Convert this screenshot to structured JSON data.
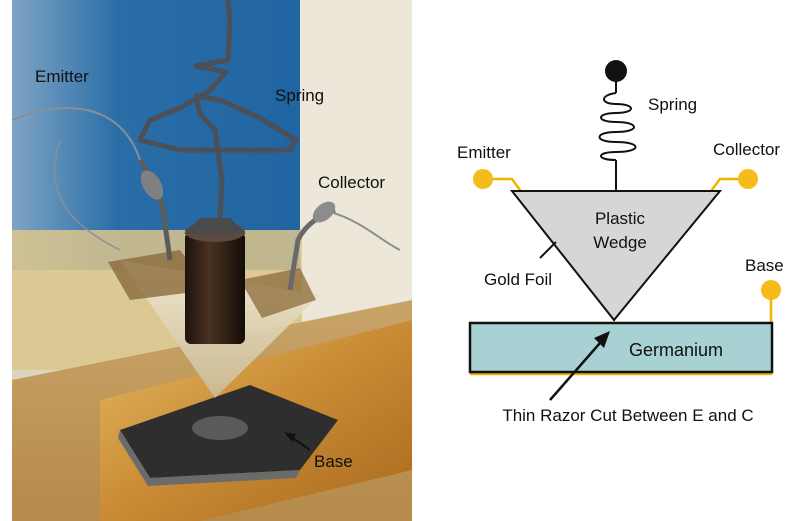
{
  "photo": {
    "labels": {
      "emitter": "Emitter",
      "spring": "Spring",
      "collector": "Collector",
      "base": "Base"
    }
  },
  "diagram": {
    "labels": {
      "spring": "Spring",
      "emitter": "Emitter",
      "collector": "Collector",
      "wedge_line1": "Plastic",
      "wedge_line2": "Wedge",
      "gold_foil": "Gold Foil",
      "base": "Base",
      "germanium": "Germanium",
      "razor_cut": "Thin Razor Cut Between E and C"
    }
  },
  "colors": {
    "gold_wire": "#f0b400",
    "contact": "#f5bb1c",
    "wedge_fill": "#d6d6d6",
    "germanium_fill": "#a8d1d3",
    "outline": "#111111"
  }
}
